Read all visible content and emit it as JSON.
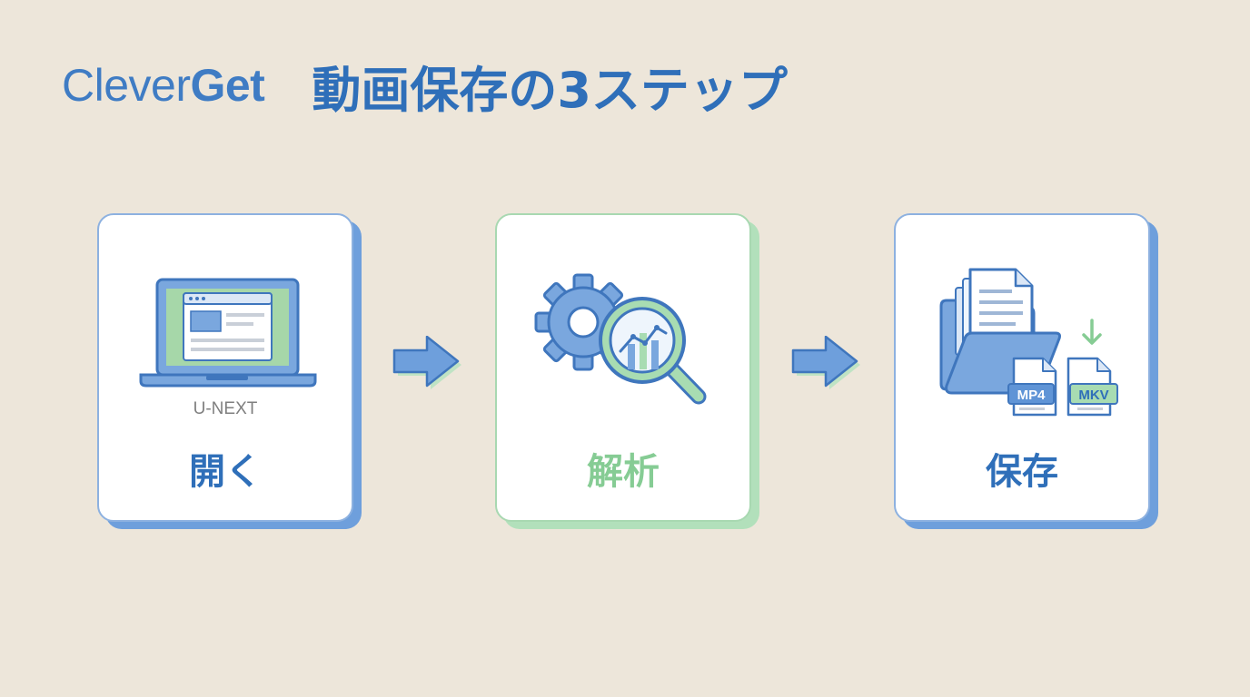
{
  "header": {
    "brand_regular": "Clever",
    "brand_bold": "Get",
    "headline": "動画保存の3ステップ"
  },
  "steps": [
    {
      "label": "開く",
      "sub": "U-NEXT"
    },
    {
      "label": "解析"
    },
    {
      "label": "保存",
      "formats": [
        "MP4",
        "MKV"
      ]
    }
  ],
  "colors": {
    "background": "#ede6da",
    "primary_blue": "#2f6fb9",
    "light_blue": "#6e9fdc",
    "green": "#86cc94",
    "card": "#ffffff"
  },
  "icons": [
    "laptop-icon",
    "gear-icon",
    "magnifier-chart-icon",
    "folder-icon",
    "document-icon",
    "download-arrow-icon",
    "file-mp4-icon",
    "file-mkv-icon",
    "right-arrow-icon"
  ]
}
